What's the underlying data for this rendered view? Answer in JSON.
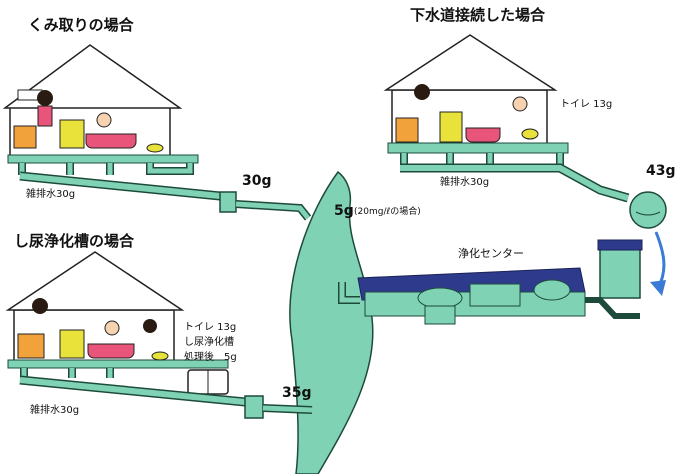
{
  "scenarios": {
    "kumitori": {
      "title": "くみ取りの場合",
      "graywater": "雑排水30g",
      "total": "30g"
    },
    "gesuido": {
      "title": "下水道接続した場合",
      "toilet": "トイレ 13g",
      "graywater": "雑排水30g",
      "total": "43g"
    },
    "joukaso": {
      "title": "し尿浄化槽の場合",
      "toilet": "トイレ 13g",
      "tank_line1": "し尿浄化槽",
      "tank_line2": "処理後　5g",
      "graywater": "雑排水30g",
      "total": "35g"
    }
  },
  "river": {
    "value": "5g",
    "note": "(20mg/ℓの場合)"
  },
  "treatment_center": {
    "label": "浄化センター"
  },
  "colors": {
    "pipe": "#7fd3b4",
    "pipe_stroke": "#1e4a3c",
    "river": "#7fd3b4",
    "floor": "#7fd3b4",
    "plant_roof": "#2e3b8c",
    "arrow": "#3a7bd5",
    "tub": "#e8547a",
    "washer": "#e8e23a",
    "sink": "#f2a23a"
  }
}
